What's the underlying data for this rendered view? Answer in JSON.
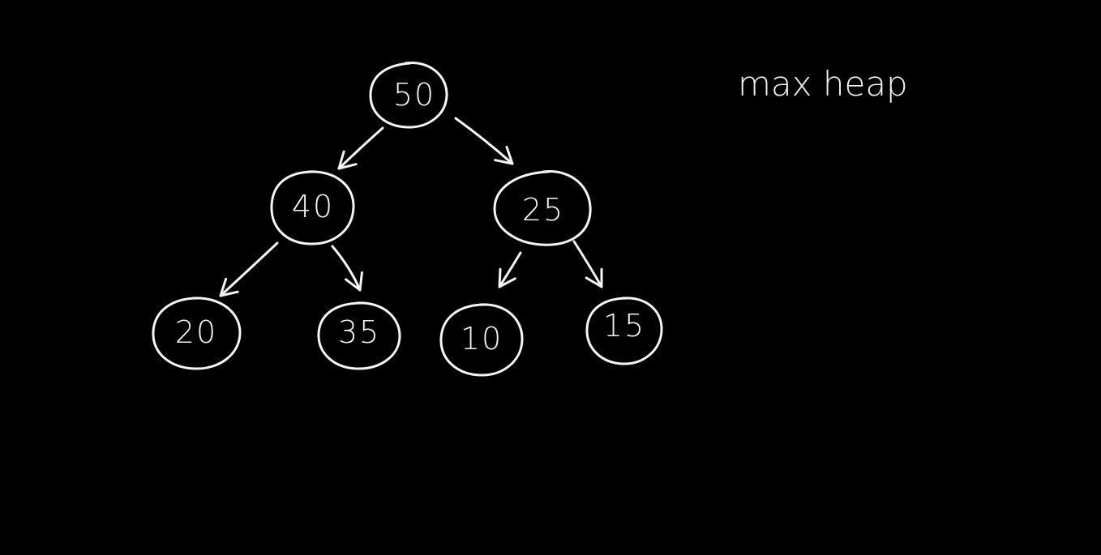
{
  "title": "max heap",
  "colors": {
    "background": "#000000",
    "ink": "#f5f5f5"
  },
  "nodes": [
    {
      "id": "n50",
      "label": "50"
    },
    {
      "id": "n40",
      "label": "40"
    },
    {
      "id": "n25",
      "label": "25"
    },
    {
      "id": "n20",
      "label": "20"
    },
    {
      "id": "n35",
      "label": "35"
    },
    {
      "id": "n10",
      "label": "10"
    },
    {
      "id": "n15",
      "label": "15"
    }
  ],
  "edges": [
    {
      "from": "n50",
      "to": "n40"
    },
    {
      "from": "n50",
      "to": "n25"
    },
    {
      "from": "n40",
      "to": "n20"
    },
    {
      "from": "n40",
      "to": "n35"
    },
    {
      "from": "n25",
      "to": "n10"
    },
    {
      "from": "n25",
      "to": "n15"
    }
  ]
}
